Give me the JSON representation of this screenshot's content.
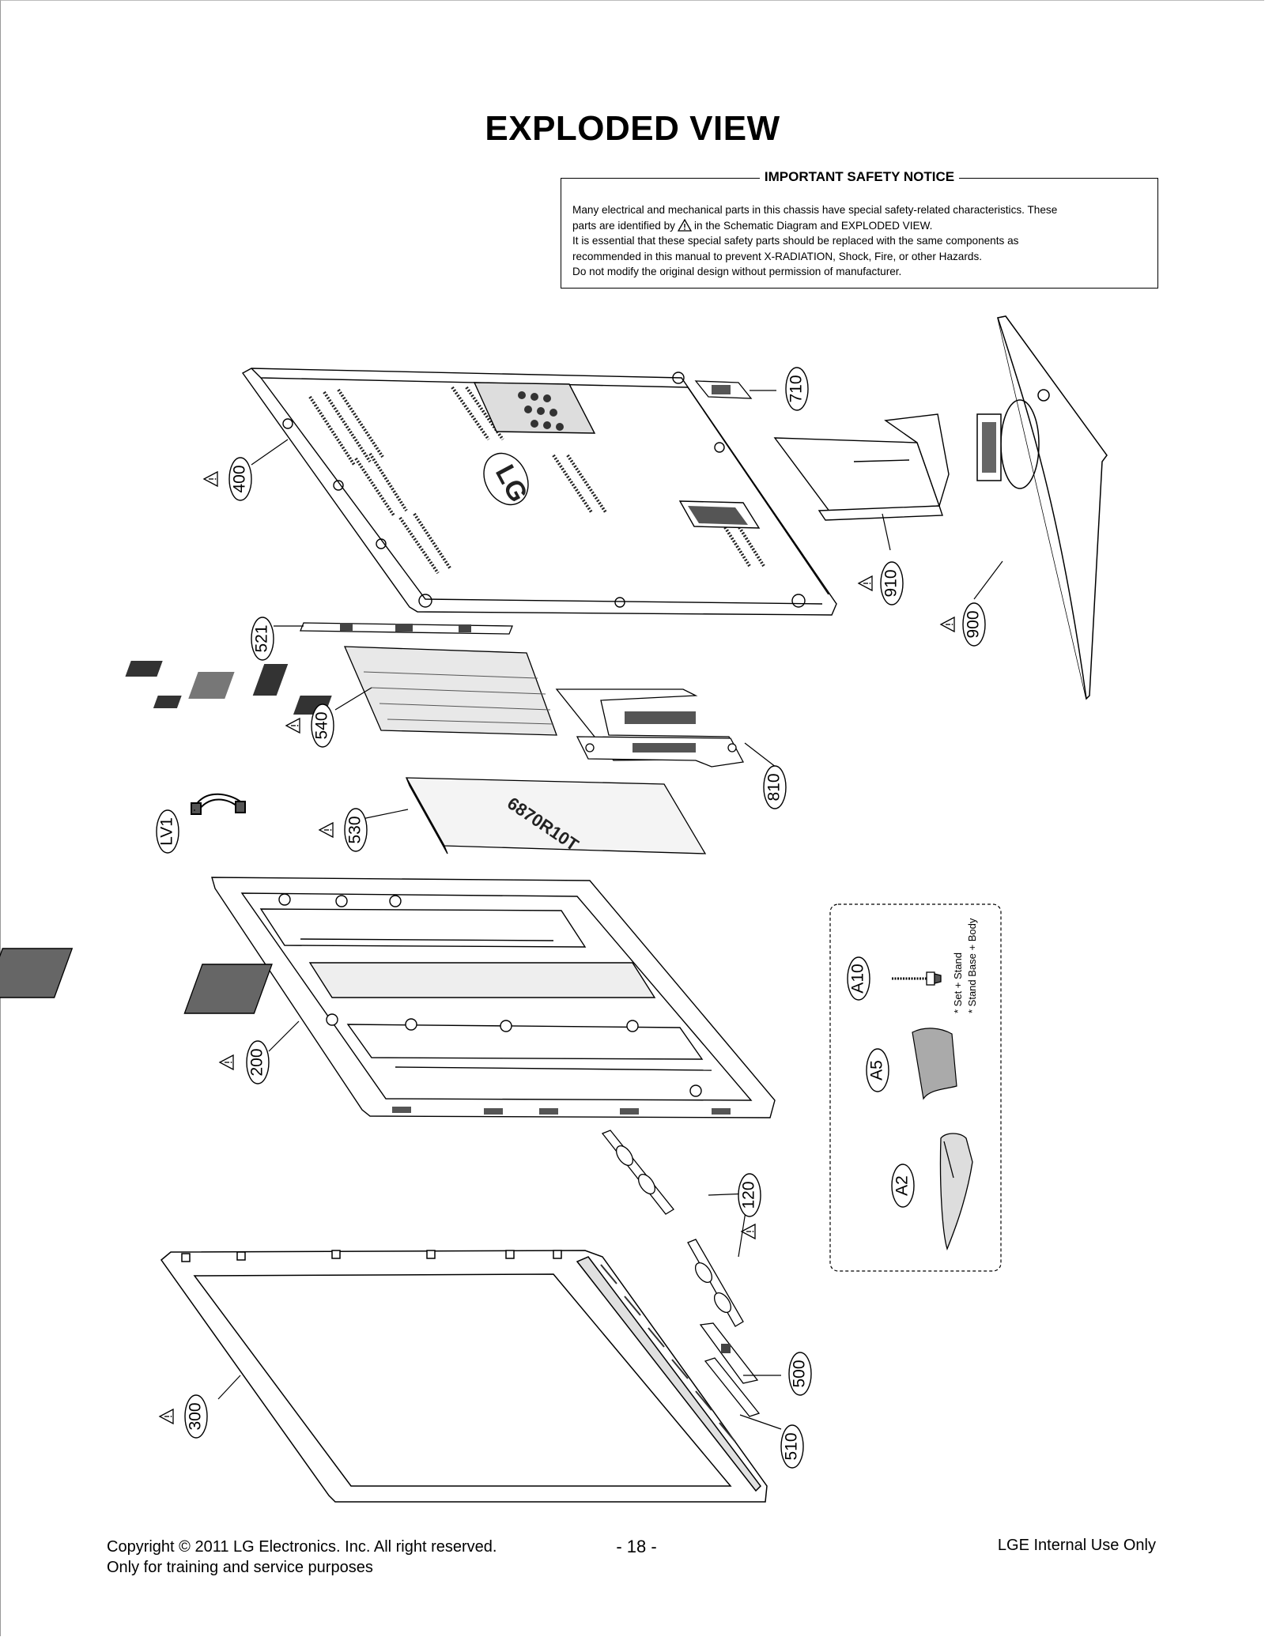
{
  "page": {
    "title": "EXPLODED VIEW"
  },
  "notice": {
    "heading": "IMPORTANT SAFETY NOTICE",
    "line1": "Many electrical and mechanical parts in this chassis have special safety-related characteristics. These",
    "line2_before": "parts are identified by",
    "line2_after": "in the Schematic Diagram and EXPLODED VIEW.",
    "line3": "It is essential that these special safety parts should be replaced with the same components as",
    "line4": "recommended in this manual to prevent X-RADIATION, Shock, Fire, or other Hazards.",
    "line5": "Do not modify the original design without permission of manufacturer."
  },
  "parts": {
    "p400": "400",
    "p710": "710",
    "p910": "910",
    "p900": "900",
    "p521": "521",
    "p540": "540",
    "p810": "810",
    "plv1": "LV1",
    "p530": "530",
    "p200": "200",
    "p120": "120",
    "p500": "500",
    "p510": "510",
    "p300": "300",
    "pa10": "A10",
    "pa5": "A5",
    "pa2": "A2"
  },
  "accessory_box": {
    "note1": "* Set + Stand",
    "note2": "* Stand Base + Body"
  },
  "markings": {
    "back_cover_logo": "LG",
    "board_code": "6870R10T"
  },
  "footer": {
    "copyright": "Copyright  © 2011  LG Electronics. Inc. All right reserved.",
    "purpose": "Only for training and service purposes",
    "page_number": "- 18 -",
    "internal": "LGE Internal Use Only"
  },
  "icons": {
    "warning": "warning-triangle-icon"
  }
}
